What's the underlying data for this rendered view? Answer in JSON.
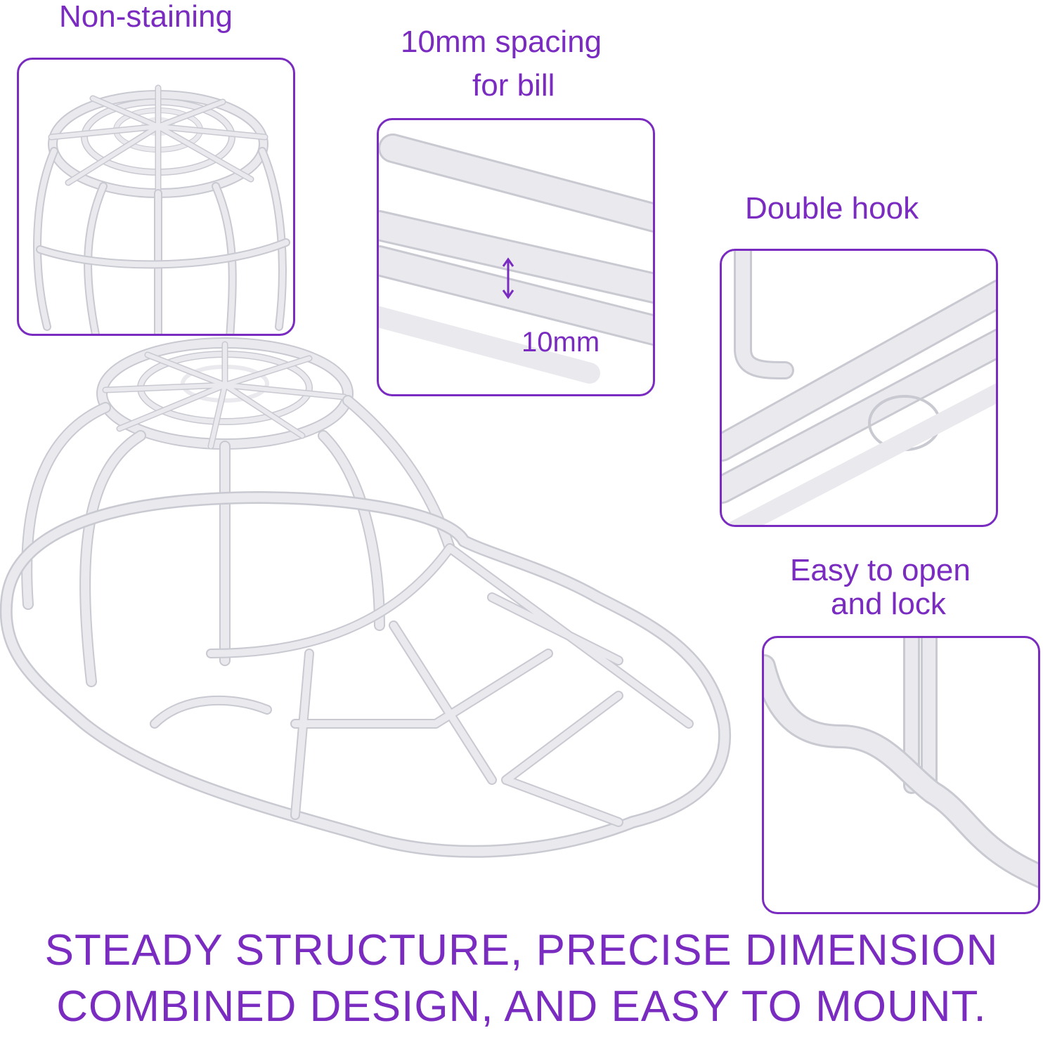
{
  "labels": {
    "non_staining": "Non-staining",
    "spacing_line1": "10mm spacing",
    "spacing_line2": "for bill",
    "spacing_measure": "10mm",
    "double_hook": "Double hook",
    "easy_line1": "Easy to open",
    "easy_line2": "and lock"
  },
  "caption": {
    "line1": "STEADY STRUCTURE, PRECISE DIMENSION",
    "line2": "COMBINED DESIGN, AND EASY TO MOUNT."
  },
  "colors": {
    "accent": "#7a2bc0",
    "frame": "#ececf0",
    "background": "#ffffff"
  },
  "icons": {
    "spacing_arrow": "double-arrow-vertical-icon"
  }
}
